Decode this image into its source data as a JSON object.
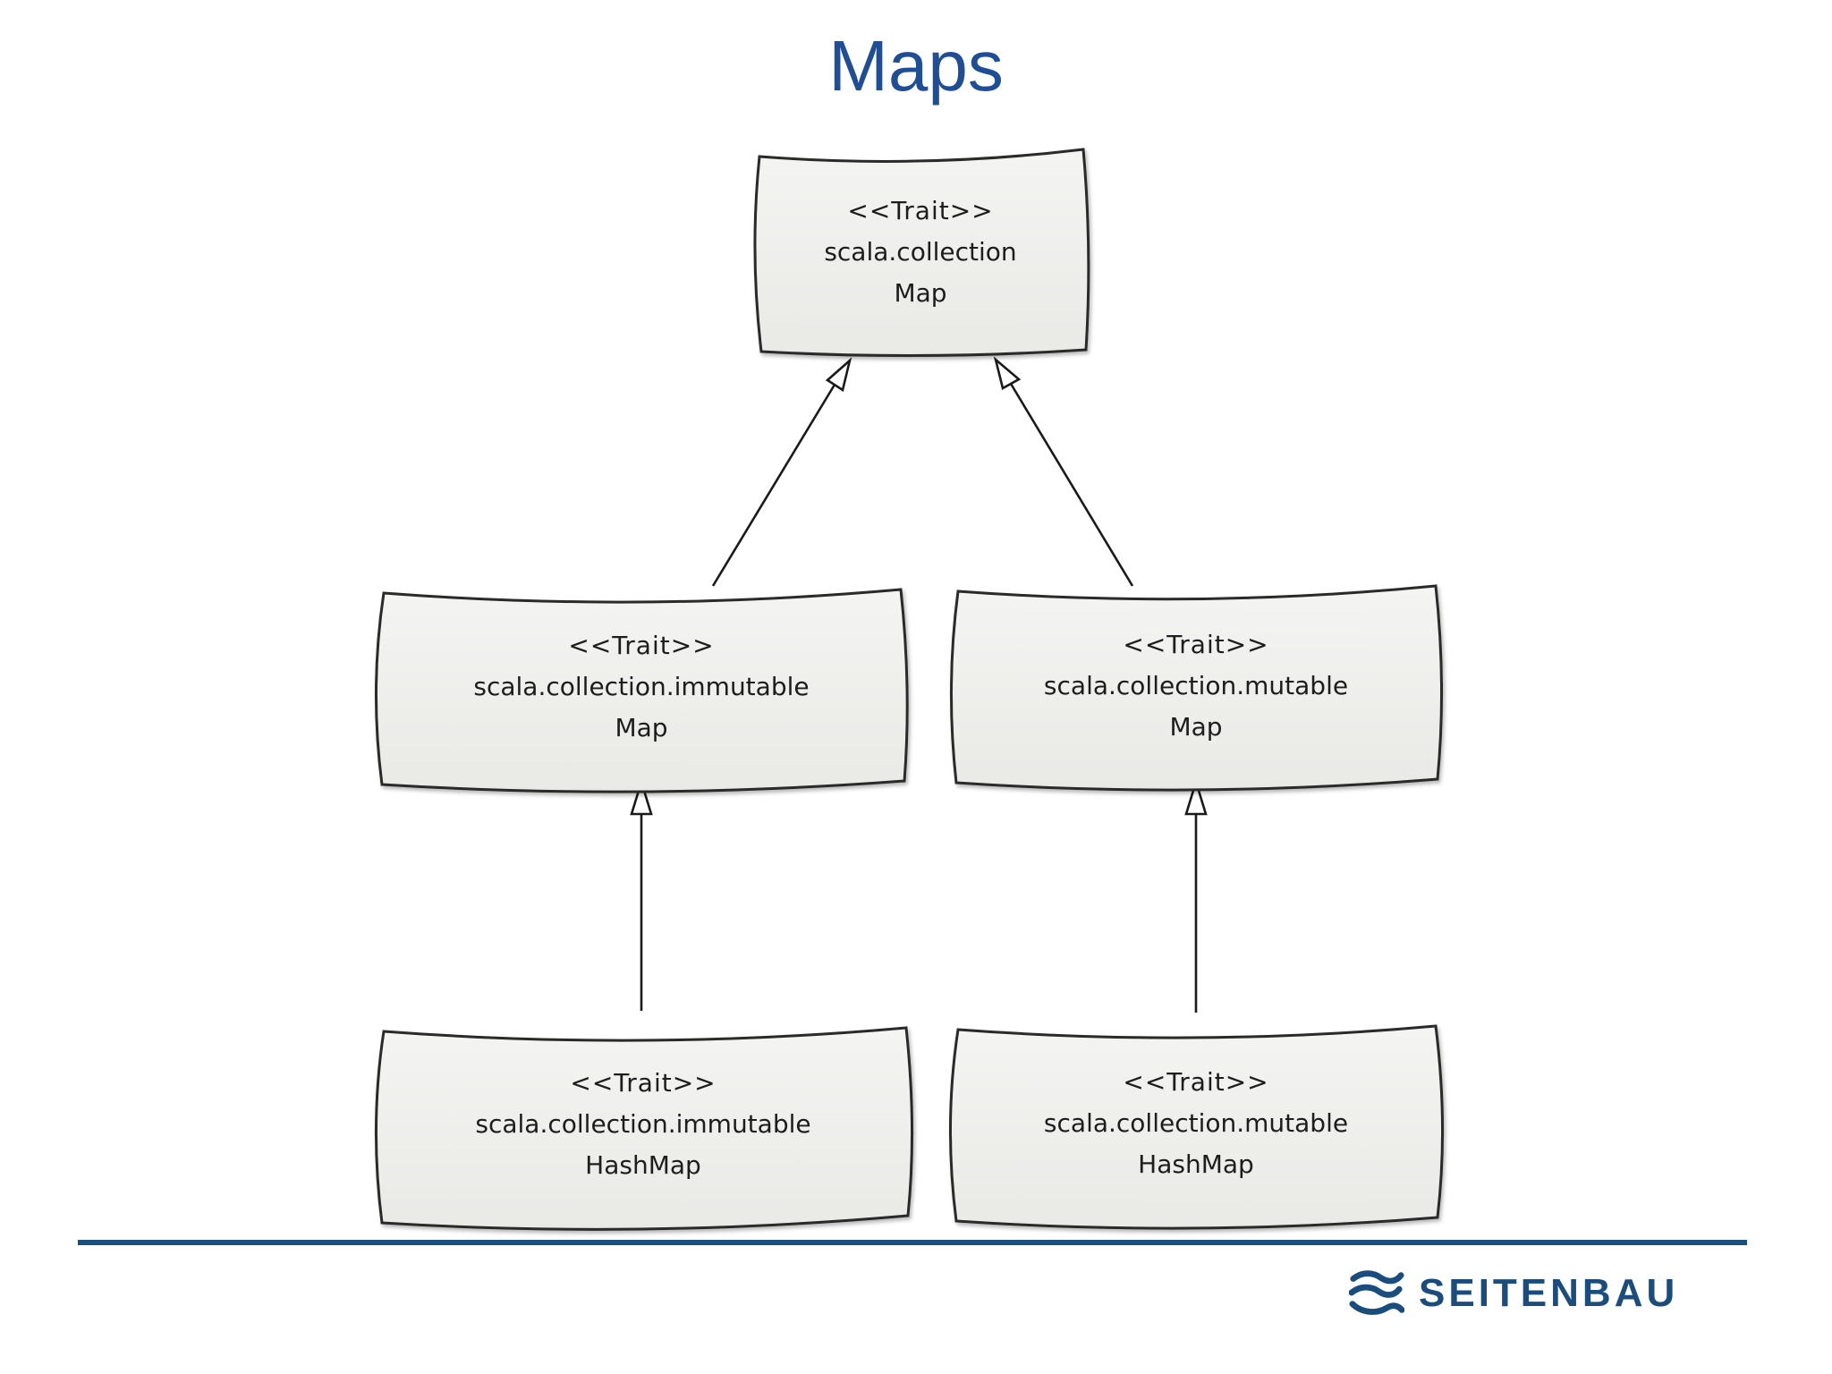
{
  "slide": {
    "title": "Maps"
  },
  "diagram": {
    "nodes": [
      {
        "stereotype": "<<Trait>>",
        "package": "scala.collection",
        "name": "Map"
      },
      {
        "stereotype": "<<Trait>>",
        "package": "scala.collection.immutable",
        "name": "Map"
      },
      {
        "stereotype": "<<Trait>>",
        "package": "scala.collection.mutable",
        "name": "Map"
      },
      {
        "stereotype": "<<Trait>>",
        "package": "scala.collection.immutable",
        "name": "HashMap"
      },
      {
        "stereotype": "<<Trait>>",
        "package": "scala.collection.mutable",
        "name": "HashMap"
      }
    ],
    "edges": [
      {
        "from": "scala.collection.immutable.Map",
        "to": "scala.collection.Map",
        "type": "inheritance"
      },
      {
        "from": "scala.collection.mutable.Map",
        "to": "scala.collection.Map",
        "type": "inheritance"
      },
      {
        "from": "scala.collection.immutable.HashMap",
        "to": "scala.collection.immutable.Map",
        "type": "inheritance"
      },
      {
        "from": "scala.collection.mutable.HashMap",
        "to": "scala.collection.mutable.Map",
        "type": "inheritance"
      }
    ]
  },
  "footer": {
    "logo_text": "SEITENBAU"
  },
  "colors": {
    "title": "#1F4E96",
    "divider": "#19507F",
    "logo": "#1B4C7E",
    "box_fill_top": "#F4F4F2",
    "box_fill_bottom": "#E9E9E6",
    "box_border": "#2B2B2B"
  }
}
